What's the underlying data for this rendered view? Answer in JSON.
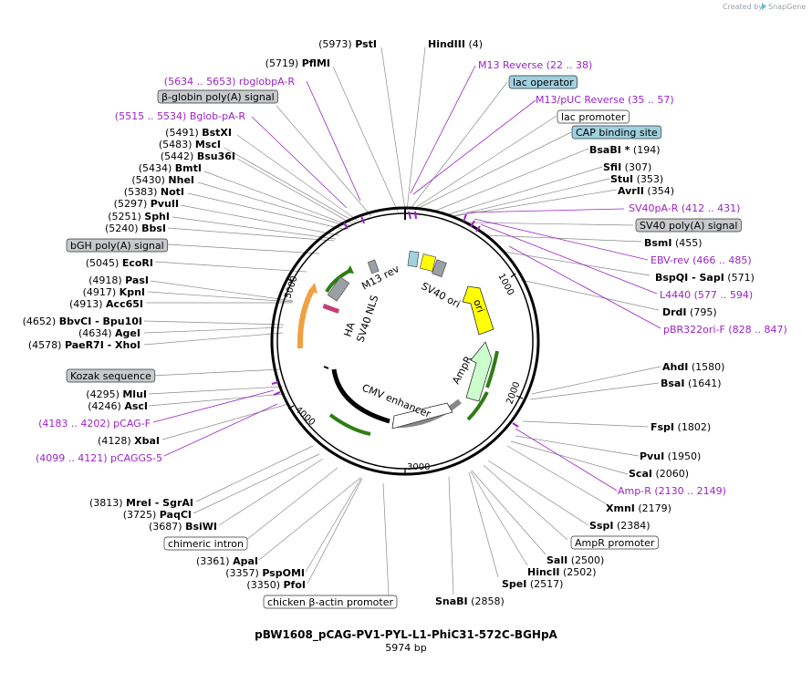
{
  "header": {
    "created_by": "Created by",
    "brand": "SnapGene"
  },
  "plasmid": {
    "name": "pBW1608_pCAG-PV1-PYL-L1-PhiC31-572C-BGHpA",
    "size": "5974 bp"
  },
  "colors": {
    "primer": "#9b23c6",
    "feature_gray": "#c7c9cc",
    "feature_blue": "#9fd1e0",
    "ori": "#ffff00",
    "ampr": "#ccffcc",
    "orange": "#f7c78a",
    "marker": "#8b2b63",
    "backbone": "#000000"
  },
  "ticks": [
    "1000",
    "2000",
    "3000",
    "4000",
    "5000"
  ],
  "sites": [
    {
      "pos": "(5973)",
      "name": "PstI",
      "type": "enzyme"
    },
    {
      "name": "HindIII",
      "pos": "(4)",
      "type": "enzyme"
    },
    {
      "pos": "(5719)",
      "name": "PflMI",
      "type": "enzyme"
    },
    {
      "name": "M13 Reverse",
      "pos": "(22 .. 38)",
      "type": "primer"
    },
    {
      "pos": "(5634 .. 5653)",
      "name": "rbglobpA-R",
      "type": "primer"
    },
    {
      "name": "lac operator",
      "type": "feature-blue"
    },
    {
      "name": "β-globin poly(A) signal",
      "type": "feature-gray"
    },
    {
      "name": "M13/pUC Reverse",
      "pos": "(35 .. 57)",
      "type": "primer"
    },
    {
      "pos": "(5515 .. 5534)",
      "name": "Bglob-pA-R",
      "type": "primer"
    },
    {
      "name": "lac promoter",
      "type": "feature-white"
    },
    {
      "pos": "(5491)",
      "name": "BstXI",
      "type": "enzyme"
    },
    {
      "name": "CAP binding site",
      "type": "feature-blue"
    },
    {
      "pos": "(5483)",
      "name": "MscI",
      "type": "enzyme"
    },
    {
      "name": "BsaBI *",
      "pos": "(194)",
      "type": "enzyme"
    },
    {
      "pos": "(5442)",
      "name": "Bsu36I",
      "type": "enzyme"
    },
    {
      "pos": "(5434)",
      "name": "BmtI",
      "type": "enzyme"
    },
    {
      "name": "SfiI",
      "pos": "(307)",
      "type": "enzyme"
    },
    {
      "pos": "(5430)",
      "name": "NheI",
      "type": "enzyme"
    },
    {
      "name": "StuI",
      "pos": "(353)",
      "type": "enzyme"
    },
    {
      "pos": "(5383)",
      "name": "NotI",
      "type": "enzyme"
    },
    {
      "name": "AvrII",
      "pos": "(354)",
      "type": "enzyme"
    },
    {
      "pos": "(5297)",
      "name": "PvuII",
      "type": "enzyme"
    },
    {
      "name": "SV40pA-R",
      "pos": "(412 .. 431)",
      "type": "primer"
    },
    {
      "pos": "(5251)",
      "name": "SphI",
      "type": "enzyme"
    },
    {
      "name": "SV40 poly(A) signal",
      "type": "feature-gray"
    },
    {
      "pos": "(5240)",
      "name": "BbsI",
      "type": "enzyme"
    },
    {
      "name": "BsmI",
      "pos": "(455)",
      "type": "enzyme"
    },
    {
      "name": "bGH poly(A) signal",
      "type": "feature-gray"
    },
    {
      "name": "EBV-rev",
      "pos": "(466 .. 485)",
      "type": "primer"
    },
    {
      "pos": "(5045)",
      "name": "EcoRI",
      "type": "enzyme"
    },
    {
      "name": "BspQI - SapI",
      "pos": "(571)",
      "type": "enzyme"
    },
    {
      "pos": "(4918)",
      "name": "PasI",
      "type": "enzyme"
    },
    {
      "name": "L4440",
      "pos": "(577 .. 594)",
      "type": "primer"
    },
    {
      "pos": "(4917)",
      "name": "KpnI",
      "type": "enzyme"
    },
    {
      "pos": "(4913)",
      "name": "Acc65I",
      "type": "enzyme"
    },
    {
      "name": "DrdI",
      "pos": "(795)",
      "type": "enzyme"
    },
    {
      "pos": "(4652)",
      "name": "BbvCI - Bpu10I",
      "type": "enzyme"
    },
    {
      "name": "pBR322ori-F",
      "pos": "(828 .. 847)",
      "type": "primer"
    },
    {
      "pos": "(4634)",
      "name": "AgeI",
      "type": "enzyme"
    },
    {
      "pos": "(4578)",
      "name": "PaeR7I - XhoI",
      "type": "enzyme"
    },
    {
      "name": "AhdI",
      "pos": "(1580)",
      "type": "enzyme"
    },
    {
      "name": "Kozak sequence",
      "type": "feature-gray"
    },
    {
      "name": "BsaI",
      "pos": "(1641)",
      "type": "enzyme"
    },
    {
      "pos": "(4295)",
      "name": "MluI",
      "type": "enzyme"
    },
    {
      "pos": "(4246)",
      "name": "AscI",
      "type": "enzyme"
    },
    {
      "pos": "(4183 .. 4202)",
      "name": "pCAG-F",
      "type": "primer"
    },
    {
      "name": "FspI",
      "pos": "(1802)",
      "type": "enzyme"
    },
    {
      "pos": "(4128)",
      "name": "XbaI",
      "type": "enzyme"
    },
    {
      "pos": "(4099 .. 4121)",
      "name": "pCAGGS-5",
      "type": "primer"
    },
    {
      "name": "PvuI",
      "pos": "(1950)",
      "type": "enzyme"
    },
    {
      "name": "ScaI",
      "pos": "(2060)",
      "type": "enzyme"
    },
    {
      "name": "Amp-R",
      "pos": "(2130 .. 2149)",
      "type": "primer"
    },
    {
      "pos": "(3813)",
      "name": "MreI - SgrAI",
      "type": "enzyme"
    },
    {
      "name": "XmnI",
      "pos": "(2179)",
      "type": "enzyme"
    },
    {
      "pos": "(3725)",
      "name": "PaqCI",
      "type": "enzyme"
    },
    {
      "pos": "(3687)",
      "name": "BsiWI",
      "type": "enzyme"
    },
    {
      "name": "SspI",
      "pos": "(2384)",
      "type": "enzyme"
    },
    {
      "name": "AmpR promoter",
      "type": "feature-white"
    },
    {
      "name": "chimeric intron",
      "type": "feature-white"
    },
    {
      "name": "SalI",
      "pos": "(2500)",
      "type": "enzyme"
    },
    {
      "pos": "(3361)",
      "name": "ApaI",
      "type": "enzyme"
    },
    {
      "name": "HincII",
      "pos": "(2502)",
      "type": "enzyme"
    },
    {
      "pos": "(3357)",
      "name": "PspOMI",
      "type": "enzyme"
    },
    {
      "name": "SpeI",
      "pos": "(2517)",
      "type": "enzyme"
    },
    {
      "pos": "(3350)",
      "name": "PfoI",
      "type": "enzyme"
    },
    {
      "name": "chicken β-actin promoter",
      "type": "feature-white"
    },
    {
      "name": "SnaBI",
      "pos": "(2858)",
      "type": "enzyme"
    }
  ],
  "inner_labels": [
    "M13 rev",
    "SV40 ori",
    "ori",
    "AmpR",
    "CMV enhancer",
    "HA",
    "SV40 NLS"
  ]
}
